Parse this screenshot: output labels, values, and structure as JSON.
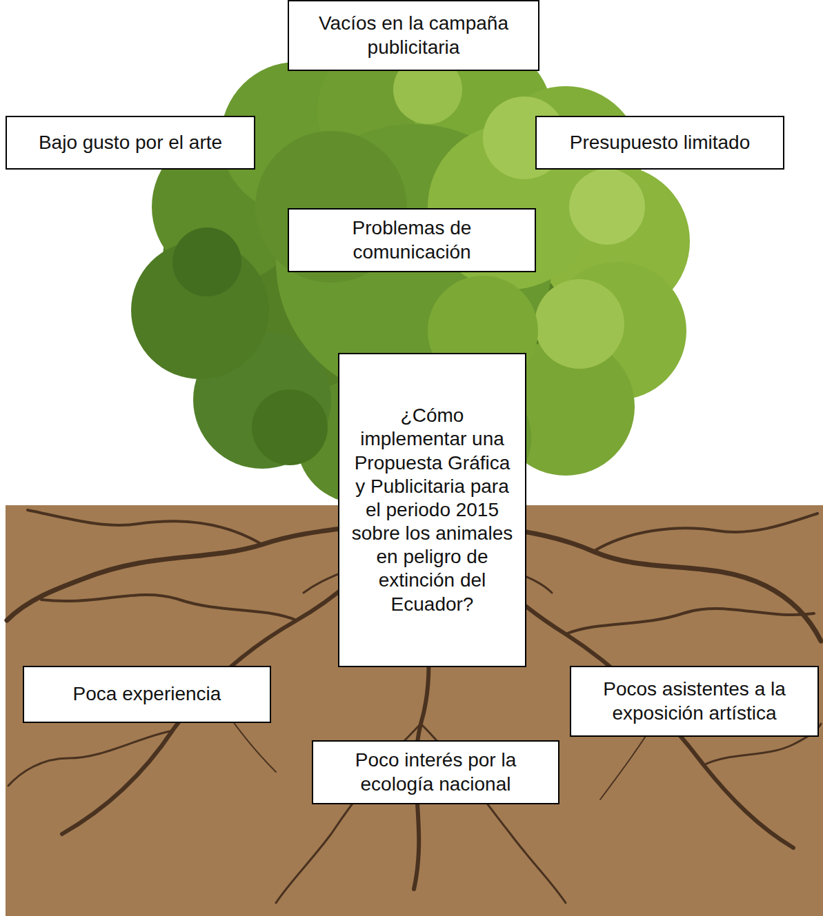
{
  "diagram": {
    "nodes": [
      {
        "text": [
          "Vacíos en la campaña publicitaria"
        ]
      },
      {
        "text": [
          "Bajo gusto por el arte"
        ]
      },
      {
        "text": [
          "Presupuesto limitado"
        ]
      },
      {
        "text": [
          "Problemas de comunicación"
        ]
      },
      {
        "text": [
          "¿Cómo implementar una Propuesta Gráfica y Publicitaria para el periodo 2015 sobre los animales en peligro de extinción del Ecuador?"
        ]
      },
      {
        "text": [
          "Poca experiencia"
        ]
      },
      {
        "text": [
          "Pocos asistentes a la exposición artística"
        ]
      },
      {
        "text": [
          "Poco interés por la ecología nacional"
        ]
      }
    ]
  }
}
